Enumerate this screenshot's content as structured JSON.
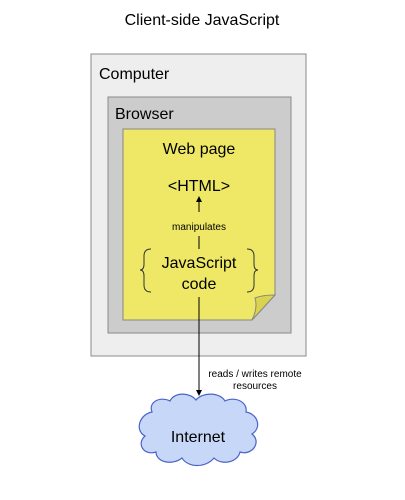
{
  "title": "Client-side JavaScript",
  "computer": {
    "label": "Computer",
    "fill": "#eeeeee",
    "stroke": "#8a8a8a"
  },
  "browser": {
    "label": "Browser",
    "fill": "#cccccc",
    "stroke": "#8a8a8a"
  },
  "web_page": {
    "label": "Web page",
    "fill": "#eee866",
    "fold_fill": "#d9d34e",
    "html_label": "<HTML>",
    "manipulates_label": "manipulates",
    "js_label_line1": "JavaScript",
    "js_label_line2": "code"
  },
  "connector": {
    "label_line1": "reads / writes remote",
    "label_line2": "resources"
  },
  "internet": {
    "label": "Internet",
    "fill": "#c7d7f7",
    "stroke": "#4a64c8"
  }
}
